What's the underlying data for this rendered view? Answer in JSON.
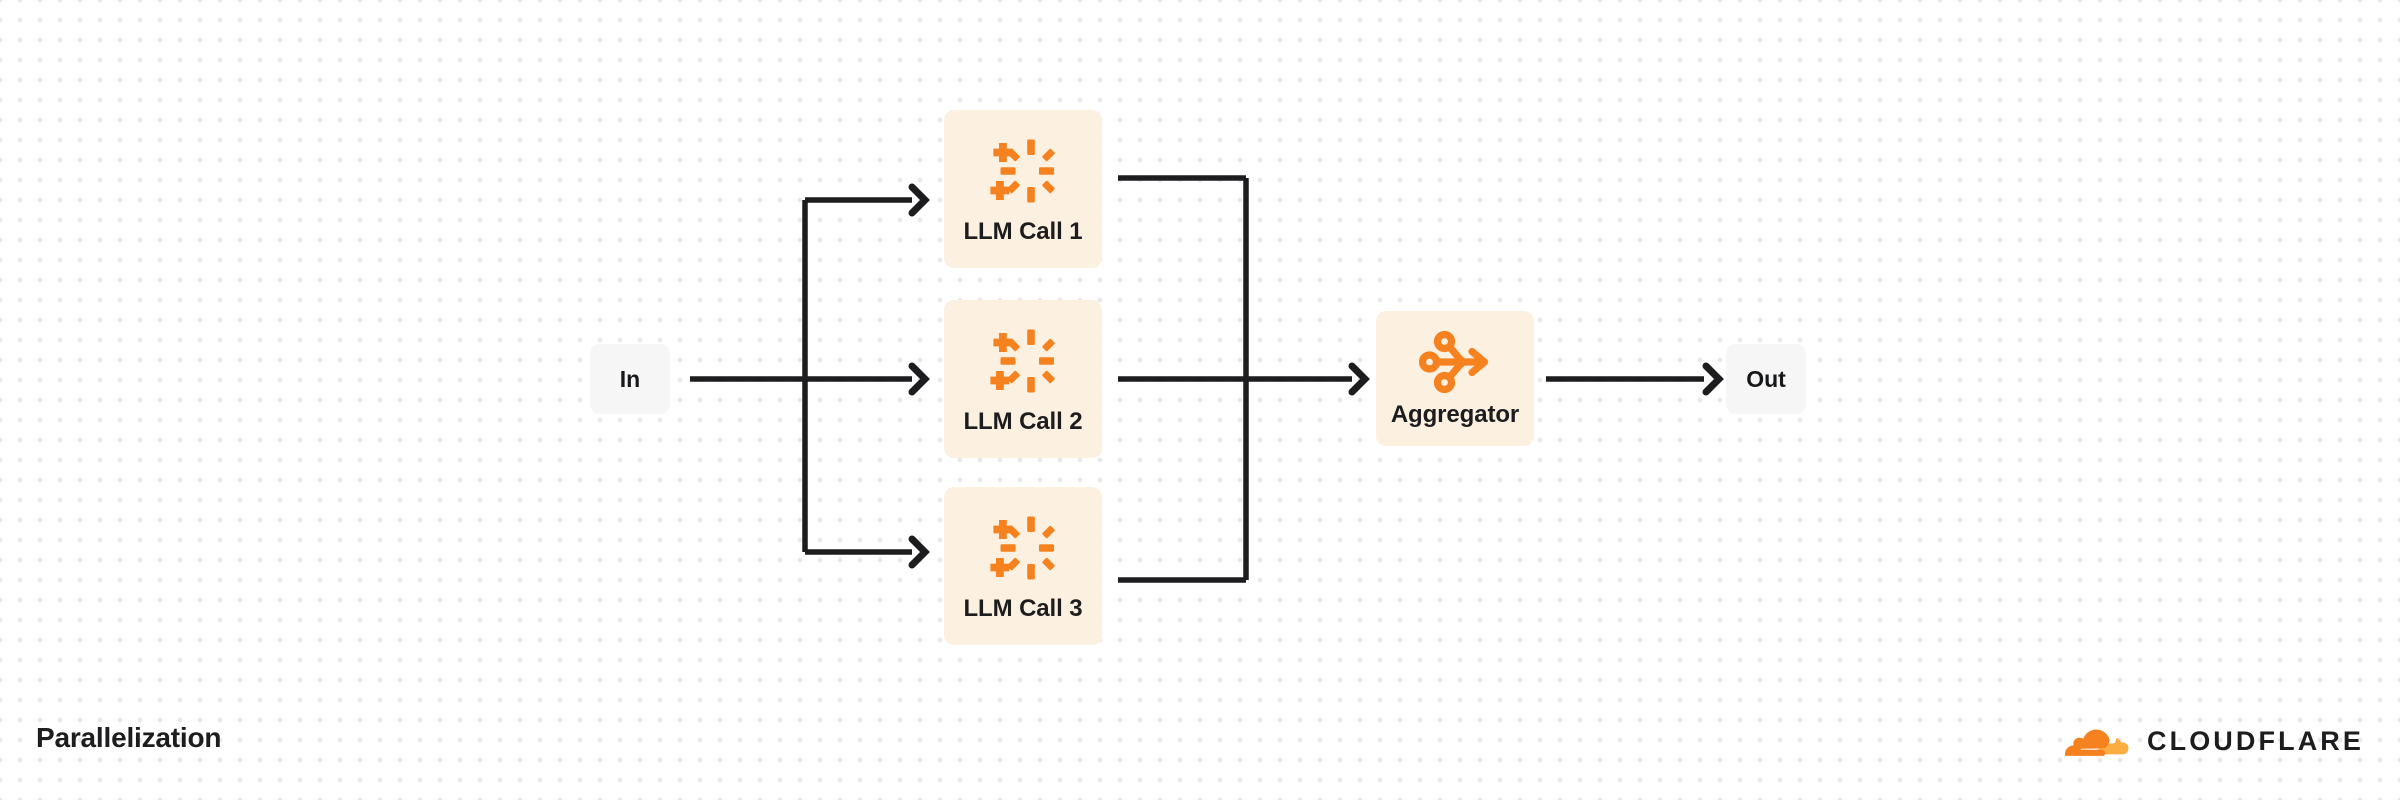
{
  "diagram": {
    "caption": "Parallelization",
    "type": "flow-diagram",
    "colors": {
      "accent_orange": "#f6821f",
      "accent_orange_light": "#fbad41",
      "node_fill": "#fcf0e1",
      "io_fill": "#f6f6f7",
      "wire": "#1d1d1f",
      "grid_dot": "#e9e9e9",
      "text": "#1d1d1f",
      "background": "#ffffff"
    },
    "nodes": [
      {
        "id": "in",
        "label": "In",
        "kind": "io",
        "icon": null
      },
      {
        "id": "llm1",
        "label": "LLM Call 1",
        "kind": "llm",
        "icon": "ai-sparkle-icon"
      },
      {
        "id": "llm2",
        "label": "LLM Call 2",
        "kind": "llm",
        "icon": "ai-sparkle-icon"
      },
      {
        "id": "llm3",
        "label": "LLM Call 3",
        "kind": "llm",
        "icon": "ai-sparkle-icon"
      },
      {
        "id": "agg",
        "label": "Aggregator",
        "kind": "agg",
        "icon": "aggregate-merge-icon"
      },
      {
        "id": "out",
        "label": "Out",
        "kind": "io",
        "icon": null
      }
    ],
    "edges": [
      {
        "from": "in",
        "to": "llm1",
        "style": "orthogonal",
        "arrow": true
      },
      {
        "from": "in",
        "to": "llm2",
        "style": "straight",
        "arrow": true
      },
      {
        "from": "in",
        "to": "llm3",
        "style": "orthogonal",
        "arrow": true
      },
      {
        "from": "llm1",
        "to": "agg",
        "style": "orthogonal",
        "arrow": false
      },
      {
        "from": "llm2",
        "to": "agg",
        "style": "straight",
        "arrow": true
      },
      {
        "from": "llm3",
        "to": "agg",
        "style": "orthogonal",
        "arrow": false
      },
      {
        "from": "agg",
        "to": "out",
        "style": "straight",
        "arrow": true
      }
    ]
  },
  "brand": {
    "wordmark": "CLOUDFLARE",
    "logo_icon": "cloudflare-cloud-icon"
  }
}
